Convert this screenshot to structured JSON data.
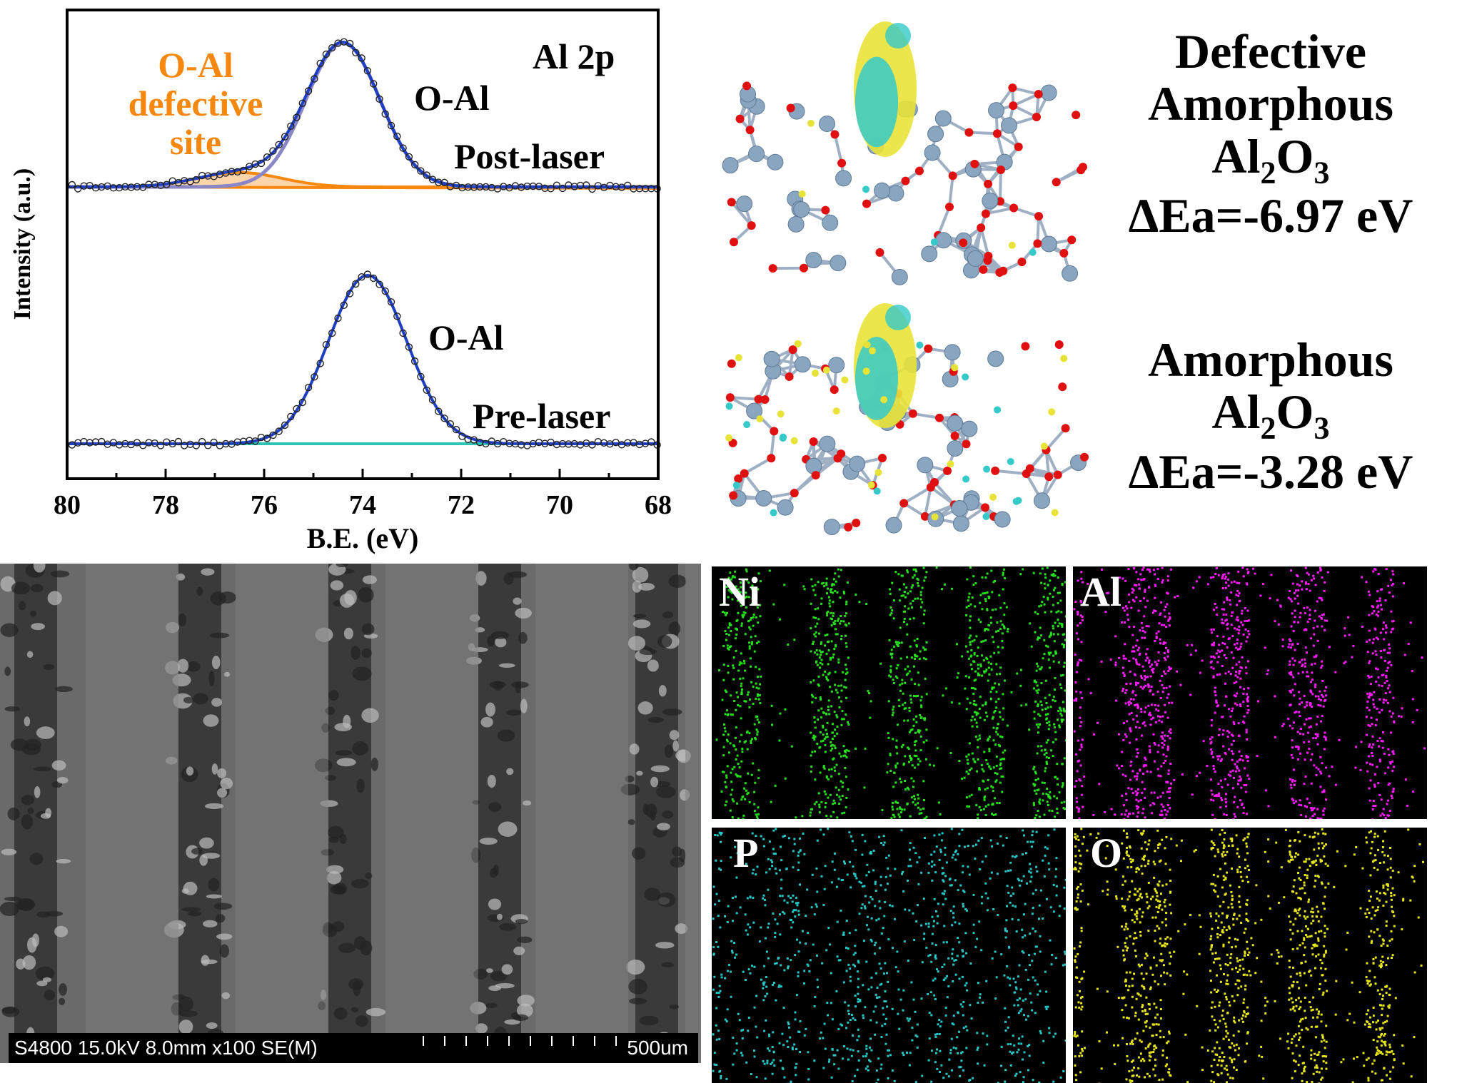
{
  "colors": {
    "fit_blue": "#1f3fc1",
    "component_purple": "#8a86c8",
    "defect_orange": "#f7880f",
    "baseline_teal": "#2ec4b4",
    "ni_green": "#25e01b",
    "al_magenta": "#ff1bff",
    "p_cyan": "#24c6c6",
    "o_yellow": "#e6e51a"
  },
  "xps": {
    "annotations": {
      "orbital": "Al 2p",
      "defect_line1": "O-Al",
      "defect_line2": "defective",
      "defect_line3": "site",
      "peak_post": "O-Al",
      "post": "Post-laser",
      "peak_pre": "O-Al",
      "pre": "Pre-laser"
    }
  },
  "chart_data": {
    "type": "line",
    "xlabel": "B.E. (eV)",
    "ylabel": "Intensity (a.u.)",
    "xlim": [
      80,
      68
    ],
    "x_ticks": [
      80,
      78,
      76,
      74,
      72,
      70,
      68
    ],
    "x_tick_labels": [
      "80",
      "78",
      "76",
      "74",
      "72",
      "70",
      "68"
    ],
    "series": [
      {
        "name": "Post-laser",
        "fit_components": [
          {
            "label": "O-Al",
            "center": 74.4,
            "sigma": 0.75
          },
          {
            "label": "O-Al defective site",
            "center": 76.5,
            "sigma": 0.85,
            "relative_height": 0.1
          }
        ]
      },
      {
        "name": "Pre-laser",
        "fit_components": [
          {
            "label": "O-Al",
            "center": 73.9,
            "sigma": 0.8
          }
        ]
      }
    ]
  },
  "structures": {
    "top_line1": "Defective",
    "top_line2": "Amorphous",
    "top_formula_base": "Al",
    "top_formula_sub1": "2",
    "top_formula_mid": "O",
    "top_formula_sub2": "3",
    "top_energy": "ΔEa=-6.97 eV",
    "bottom_line1": "Amorphous",
    "bottom_formula_base": "Al",
    "bottom_formula_sub1": "2",
    "bottom_formula_mid": "O",
    "bottom_formula_sub2": "3",
    "bottom_energy": "ΔEa=-3.28 eV"
  },
  "sem": {
    "info": "S4800 15.0kV 8.0mm x100 SE(M)",
    "scale": "500um"
  },
  "maps": {
    "ni": "Ni",
    "al": "Al",
    "p": "P",
    "o": "O"
  }
}
